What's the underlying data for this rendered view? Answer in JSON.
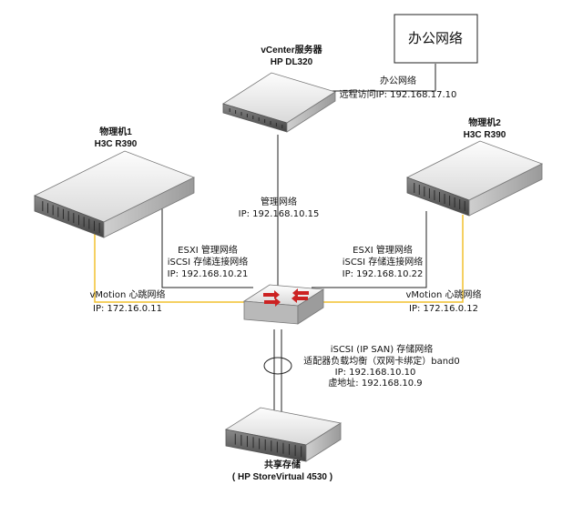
{
  "office_box": {
    "label": "办公网络"
  },
  "office_link": {
    "line1": "办公网络",
    "line2": "远程访问IP: 192.168.17.10"
  },
  "vcenter": {
    "name": "vCenter服务器",
    "model": "HP DL320"
  },
  "mgmt_link": {
    "line1": "管理网络",
    "line2": "IP: 192.168.10.15"
  },
  "host1": {
    "name": "物理机1",
    "model": "H3C R390"
  },
  "host2": {
    "name": "物理机2",
    "model": "H3C R390"
  },
  "host1_link": {
    "line1": "ESXI 管理网络",
    "line2": "iSCSI 存储连接网络",
    "line3": "IP: 192.168.10.21"
  },
  "host2_link": {
    "line1": "ESXI 管理网络",
    "line2": "iSCSI 存储连接网络",
    "line3": "IP: 192.168.10.22"
  },
  "vmotion_left": {
    "line1": "vMotion 心跳网络",
    "line2": "IP: 172.16.0.11"
  },
  "vmotion_right": {
    "line1": "vMotion 心跳网络",
    "line2": "IP: 172.16.0.12"
  },
  "storage_link": {
    "line1": "iSCSI (IP SAN) 存储网络",
    "line2": "适配器负载均衡（双网卡绑定）band0",
    "line3": "IP: 192.168.10.10",
    "line4": "虚地址: 192.168.10.9"
  },
  "storage": {
    "name": "共享存储",
    "model": "( HP StoreVirtual 4530 )"
  },
  "colors": {
    "line": "#222222",
    "vmotion": "#f2c12e",
    "switch_arrow": "#cc2222",
    "device_bezel": "#555555"
  }
}
